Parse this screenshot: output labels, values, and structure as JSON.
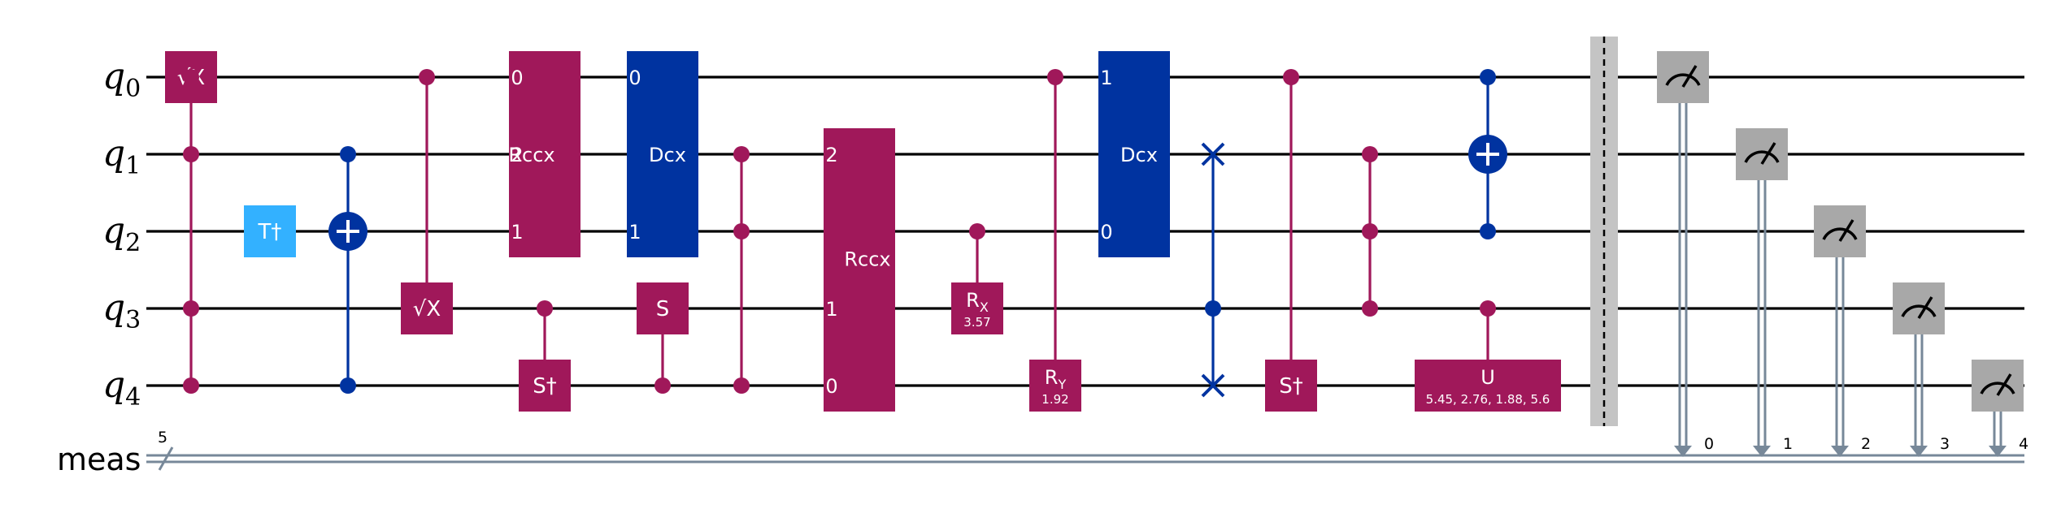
{
  "qubits": [
    {
      "base": "q",
      "index": "0"
    },
    {
      "base": "q",
      "index": "1"
    },
    {
      "base": "q",
      "index": "2"
    },
    {
      "base": "q",
      "index": "3"
    },
    {
      "base": "q",
      "index": "4"
    }
  ],
  "classical": {
    "label": "meas",
    "size": "5"
  },
  "colors": {
    "magenta": "#A0185A",
    "blue": "#0033A0",
    "lightblue": "#33B1FF",
    "gray": "#A8A8A8",
    "barrier": "#C4C4C4",
    "classical_wire": "#778899"
  },
  "gates": [
    {
      "id": "sx-q0",
      "kind": "box",
      "qubits": [
        0
      ],
      "label": "√X",
      "color": "magenta"
    },
    {
      "id": "cz-q0-q1-q3-q4",
      "kind": "control-chain",
      "qubits": [
        0,
        1,
        3,
        4
      ],
      "color": "magenta"
    },
    {
      "id": "tdg-q2",
      "kind": "box",
      "qubits": [
        2
      ],
      "label": "T†",
      "color": "lightblue"
    },
    {
      "id": "cx-q1-q4-q2",
      "kind": "cnot",
      "controls": [
        1,
        4
      ],
      "target": 2,
      "color": "blue"
    },
    {
      "id": "csx-q0-q3",
      "kind": "controlled-box",
      "controls": [
        0
      ],
      "target": 3,
      "label": "√X",
      "color": "magenta"
    },
    {
      "id": "rccx-2",
      "kind": "multi-box",
      "qubits": [
        0,
        1,
        2
      ],
      "label": "Rccx",
      "label_prefix": "2",
      "pins": [
        "0",
        "",
        "1"
      ],
      "color": "magenta"
    },
    {
      "id": "csdg-q3-q4",
      "kind": "controlled-box",
      "controls": [
        3
      ],
      "target": 4,
      "label": "S†",
      "color": "magenta"
    },
    {
      "id": "dcx-1",
      "kind": "multi-box",
      "qubits": [
        0,
        1,
        2
      ],
      "label": "Dcx",
      "pins": [
        "0",
        "",
        "1"
      ],
      "color": "blue"
    },
    {
      "id": "cs-q4-q3",
      "kind": "controlled-box",
      "controls": [
        4
      ],
      "target": 3,
      "label": "S",
      "color": "magenta"
    },
    {
      "id": "ccz-q1-q2-q4",
      "kind": "control-chain",
      "qubits": [
        1,
        2,
        4
      ],
      "color": "magenta"
    },
    {
      "id": "rccx-1",
      "kind": "multi-box",
      "qubits": [
        1,
        2,
        3,
        4
      ],
      "label": "Rccx",
      "pins": [
        "2",
        "",
        "1",
        "0"
      ],
      "color": "magenta"
    },
    {
      "id": "crx-q2-q3",
      "kind": "controlled-box",
      "controls": [
        2
      ],
      "target": 3,
      "label": "R",
      "sub": "X",
      "param": "3.57",
      "color": "magenta"
    },
    {
      "id": "cry-q0-q4",
      "kind": "controlled-box",
      "controls": [
        0
      ],
      "target": 4,
      "label": "R",
      "sub": "Y",
      "param": "1.92",
      "color": "magenta"
    },
    {
      "id": "dcx-2",
      "kind": "multi-box",
      "qubits": [
        0,
        1,
        2
      ],
      "label": "Dcx",
      "pins": [
        "1",
        "",
        "0"
      ],
      "color": "blue"
    },
    {
      "id": "cswap-q3-q1-q4",
      "kind": "cswap",
      "control": 3,
      "targets": [
        1,
        4
      ],
      "color": "blue"
    },
    {
      "id": "csdg-q0-q4",
      "kind": "controlled-box",
      "controls": [
        0
      ],
      "target": 4,
      "label": "S†",
      "color": "magenta"
    },
    {
      "id": "ccz-q1-q2-q3",
      "kind": "control-chain",
      "qubits": [
        1,
        2,
        3
      ],
      "color": "magenta"
    },
    {
      "id": "ccx-q0-q2-q1",
      "kind": "cnot",
      "controls": [
        0,
        2
      ],
      "target": 1,
      "color": "blue"
    },
    {
      "id": "cu-q3-q4",
      "kind": "controlled-box",
      "controls": [
        3
      ],
      "target": 4,
      "label": "U",
      "param": "5.45, 2.76, 1.88, 5.6",
      "color": "magenta"
    }
  ],
  "measurements": [
    {
      "qubit": 0,
      "bit": "0"
    },
    {
      "qubit": 1,
      "bit": "1"
    },
    {
      "qubit": 2,
      "bit": "2"
    },
    {
      "qubit": 3,
      "bit": "3"
    },
    {
      "qubit": 4,
      "bit": "4"
    }
  ]
}
